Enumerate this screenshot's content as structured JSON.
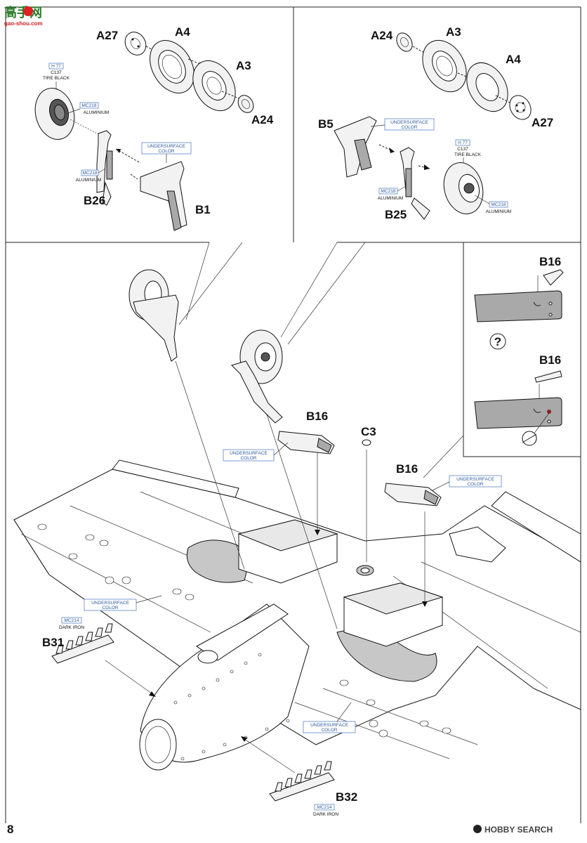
{
  "watermark_top": {
    "name": "高手网",
    "url": "gao-shou.com"
  },
  "page_number": "8",
  "watermark_bottom": "HOBBY SEARCH",
  "panel_left": {
    "parts": [
      "A27",
      "A4",
      "A3",
      "A24",
      "B26",
      "B1"
    ],
    "tire_code": "H 77",
    "tire_code2": "C137",
    "tire_name": "TIRE BLACK",
    "hub_code": "MC218",
    "hub_name": "ALUMINIUM",
    "leg_code": "MC218",
    "leg_name": "ALUMINIUM",
    "door_note_1": "UNDERSURFACE",
    "door_note_2": "COLOR"
  },
  "panel_right": {
    "parts": [
      "A24",
      "A3",
      "A4",
      "A27",
      "B5",
      "B25"
    ],
    "door_note_1": "UNDERSURFACE",
    "door_note_2": "COLOR",
    "tire_code": "H 77",
    "tire_code2": "C137",
    "tire_name": "TIRE BLACK",
    "leg_code": "MC218",
    "leg_name": "ALUMINIUM",
    "hub_code": "MC218",
    "hub_name": "ALUMINIUM"
  },
  "side_panel": {
    "part_top": "B16",
    "question": "?",
    "part_bottom": "B16"
  },
  "main": {
    "b16_left": "B16",
    "b16_right": "B16",
    "c3": "C3",
    "b31": "B31",
    "b32": "B32",
    "note_b16l_1": "UNDERSURFACE",
    "note_b16l_2": "COLOR",
    "note_b16r_1": "UNDERSURFACE",
    "note_b16r_2": "COLOR",
    "note_wing_1": "UNDERSURFACE",
    "note_wing_2": "COLOR",
    "note_wing2_1": "UNDERSURFACE",
    "note_wing2_2": "COLOR",
    "b31_code": "MC214",
    "b31_name": "DARK IRON",
    "b32_code": "MC214",
    "b32_name": "DARK IRON"
  }
}
